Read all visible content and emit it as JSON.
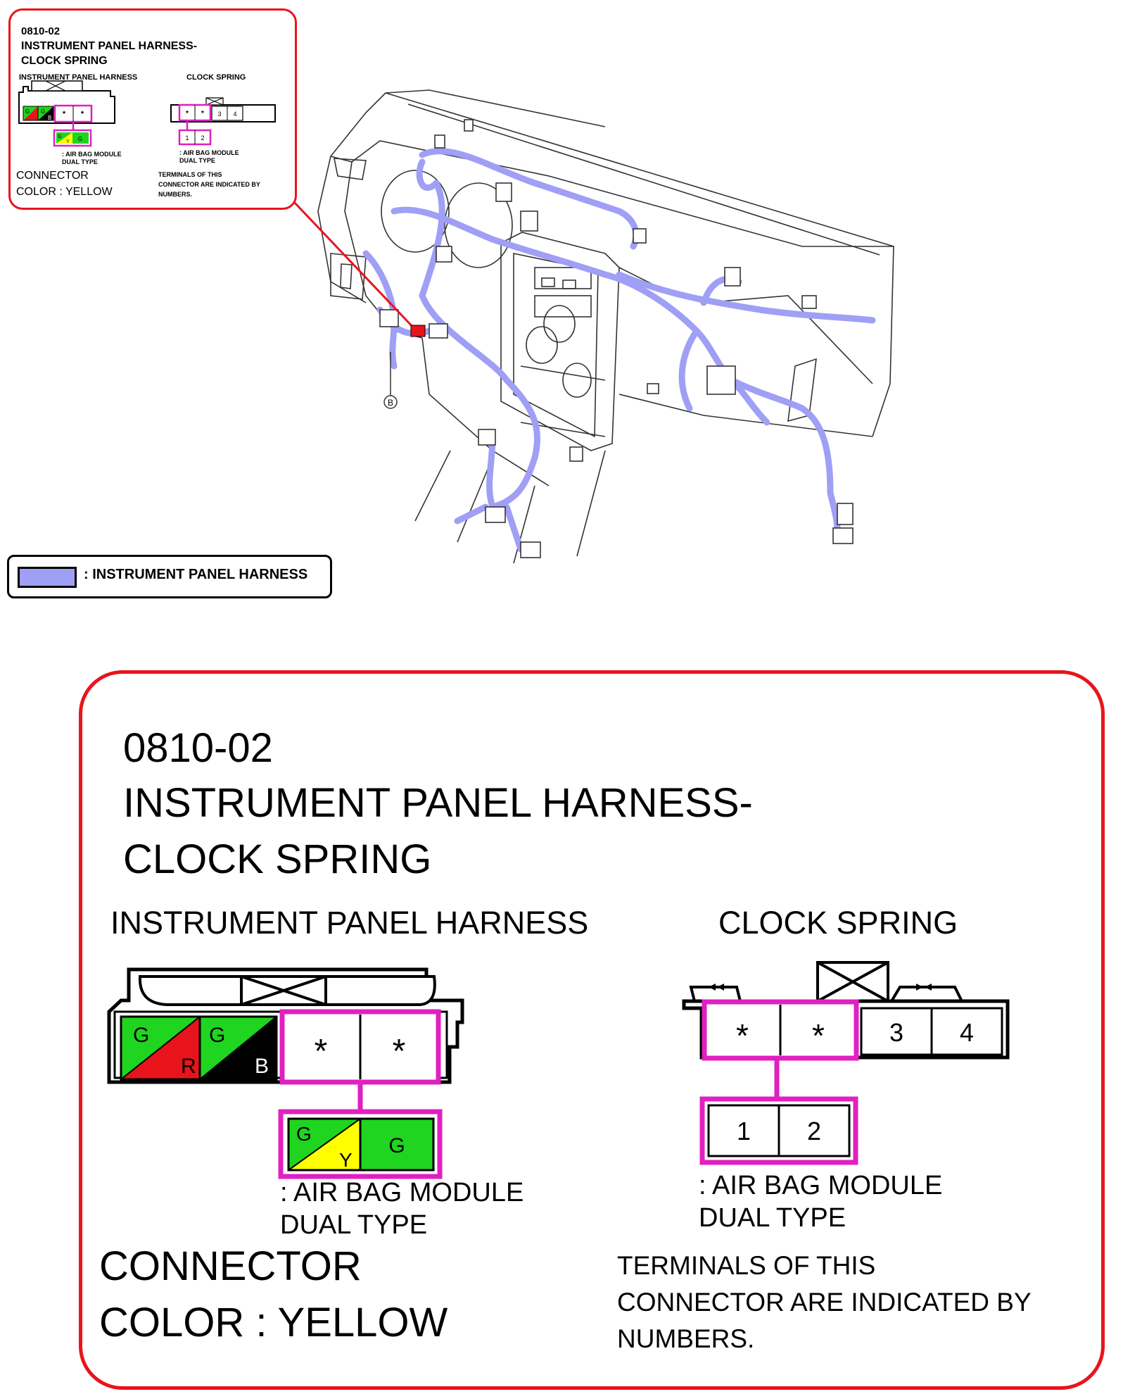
{
  "inset": {
    "code": "0810-02",
    "title_line1": "INSTRUMENT PANEL HARNESS-",
    "title_line2": "CLOCK SPRING",
    "left_label": "INSTRUMENT PANEL HARNESS",
    "right_label": "CLOCK SPRING",
    "left_note_line1": ": AIR BAG MODULE",
    "left_note_line2": "DUAL TYPE",
    "right_note_line1": ": AIR BAG MODULE",
    "right_note_line2": "DUAL TYPE",
    "connector_line1": "CONNECTOR",
    "connector_line2": "COLOR : YELLOW",
    "terminals_line1": "TERMINALS OF THIS",
    "terminals_line2": "CONNECTOR ARE INDICATED BY",
    "terminals_line3": "NUMBERS."
  },
  "diagram": {
    "ground_marker": "B",
    "harness_color": "#9f9ff5",
    "highlight_color": "#e8141b"
  },
  "legend": {
    "label": ": INSTRUMENT PANEL HARNESS"
  },
  "detail": {
    "code": "0810-02",
    "title_line1": "INSTRUMENT PANEL HARNESS-",
    "title_line2": "CLOCK SPRING",
    "left_label": "INSTRUMENT PANEL HARNESS",
    "right_label": "CLOCK SPRING",
    "left_connector": {
      "pin1_top": "G",
      "pin1_bottom": "R",
      "pin2_top": "G",
      "pin2_bottom": "B",
      "pin3": "*",
      "pin4": "*"
    },
    "left_sub": {
      "pin1_top": "G",
      "pin1_bottom": "Y",
      "pin2": "G"
    },
    "left_note_line1": ": AIR BAG MODULE",
    "left_note_line2": "DUAL TYPE",
    "right_connector": {
      "pin1": "*",
      "pin2": "*",
      "pin3": "3",
      "pin4": "4"
    },
    "right_sub": {
      "pin1": "1",
      "pin2": "2"
    },
    "right_note_line1": ": AIR BAG MODULE",
    "right_note_line2": "DUAL TYPE",
    "connector_line1": "CONNECTOR",
    "connector_line2": "COLOR : YELLOW",
    "terminals_line1": "TERMINALS OF THIS",
    "terminals_line2": "CONNECTOR ARE INDICATED BY",
    "terminals_line3": "NUMBERS.",
    "colors": {
      "green": "#1fd51f",
      "red": "#e8141b",
      "black": "#000000",
      "yellow": "#ffff00",
      "magenta": "#e020c0"
    }
  }
}
